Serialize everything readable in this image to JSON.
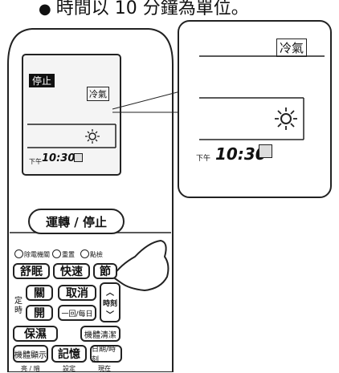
{
  "header": {
    "bullet": "●",
    "text": "時間以 10 分鐘為單位。"
  },
  "remote": {
    "lcd": {
      "stop_badge": "停止",
      "mode_cool": "冷氣",
      "pm_label": "下午",
      "time": "10:30"
    },
    "power_button": "運轉 / 停止",
    "small_buttons": [
      "除電機關",
      "重置",
      "點檢"
    ],
    "row1": [
      "舒眠",
      "快速",
      "節"
    ],
    "timer": {
      "label_a": "定",
      "label_b": "時",
      "off": "關",
      "on": "開",
      "cancel": "取消",
      "once_daily": "一回/每日",
      "time_adjust": "時刻"
    },
    "row3": [
      "保濕",
      "機體清潔"
    ],
    "row4": [
      "機體顯示",
      "記憶",
      "日期/時刻"
    ],
    "row4_sublabels": [
      "亮 / 暗",
      "設定",
      "現在"
    ]
  },
  "zoom": {
    "mode_cool": "冷氣",
    "pm_label": "下午",
    "time": "10:30"
  }
}
